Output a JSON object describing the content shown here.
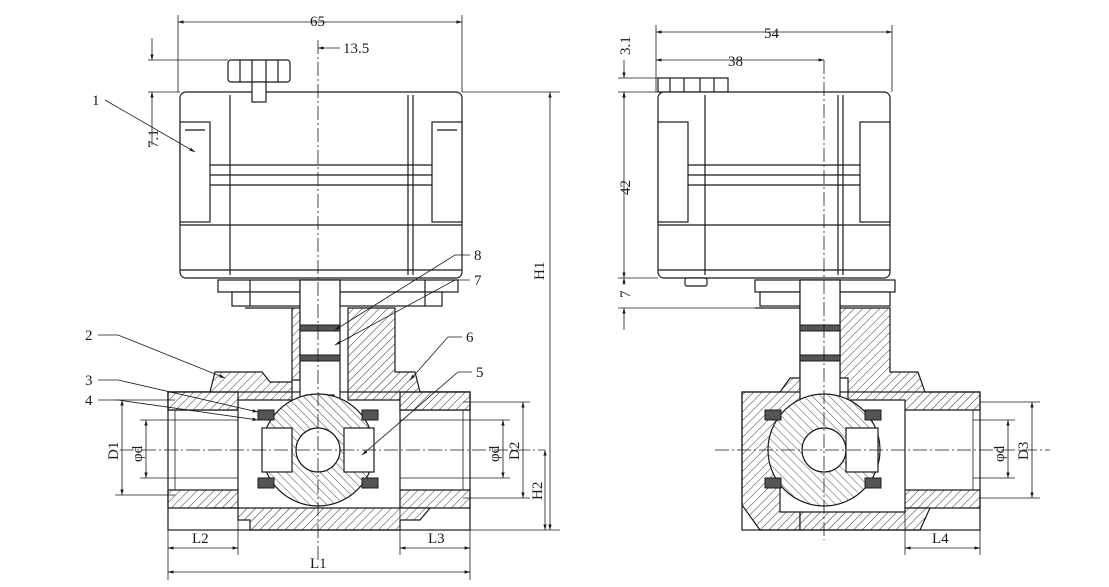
{
  "front_view": {
    "dim_width": "65",
    "dim_stem_offset": "13.5",
    "dim_handle_height": "7.1",
    "dim_overall_height": "H1",
    "dim_bottom_height": "H2",
    "dim_body_length": "L1",
    "dim_left_thread": "L2",
    "dim_right_thread": "L3",
    "dim_outer_dia": "D1",
    "dim_port_dia_left": "φd",
    "dim_port_dia_right": "φd",
    "dim_outer_dia_right": "D2",
    "callouts": [
      "1",
      "2",
      "3",
      "4",
      "5",
      "6",
      "7",
      "8"
    ]
  },
  "side_view": {
    "dim_width": "54",
    "dim_handle_offset": "38",
    "dim_handle_height": "3.1",
    "dim_actuator_height": "42",
    "dim_bracket_height": "7",
    "dim_port_dia": "φd",
    "dim_outer_dia": "D3",
    "dim_thread": "L4"
  },
  "colors": {
    "line": "#1a1a1a",
    "background": "#ffffff",
    "seal": "#555555"
  }
}
